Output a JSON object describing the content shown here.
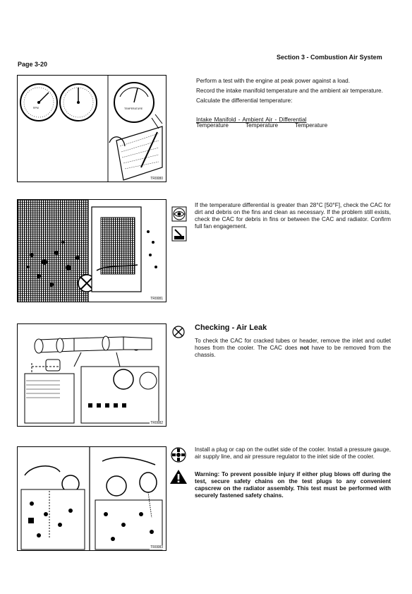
{
  "header": {
    "section_title": "Section 3 - Combustion Air System",
    "page_number": "Page 3-20"
  },
  "block1": {
    "figure_id": "TR0080",
    "gauge_labels": [
      "RPM",
      "TEMPERATURE"
    ],
    "paragraphs": [
      "Perform a test with the engine at peak power against a load.",
      "Record the intake manifold temperature and the ambient air temperature.",
      "Calculate the differential temperature:"
    ],
    "formula": {
      "line1": "Intake Manifold - Ambient Air - Differential",
      "line2": "Temperature Temperature Temperature"
    }
  },
  "block2": {
    "figure_id": "TR0081",
    "icons": [
      "inspect-eye-icon",
      "clean-brush-icon"
    ],
    "paragraph": "If the temperature differential is greater than 28°C [50°F], check the CAC for dirt and debris on the fins and clean as necessary. If the problem still exists, check the CAC for debris in fins or between the CAC and radiator. Confirm full fan engagement."
  },
  "block3": {
    "figure_id": "TR0082",
    "icons": [
      "leak-check-icon"
    ],
    "heading": "Checking - Air Leak",
    "paragraph_before": "To check the CAC for cracked tubes or header, remove the inlet and outlet hoses from the cooler. The CAC does ",
    "paragraph_bold": "not",
    "paragraph_after": " have to be removed from the chassis."
  },
  "block4": {
    "figure_id": "TR0083",
    "icons": [
      "install-tool-icon",
      "warning-triangle-icon"
    ],
    "paragraph": "Install a plug or cap on the outlet side of the cooler. Install a pressure gauge, air supply line, and air pressure regulator to the inlet side of the cooler.",
    "warning": "Warning: To prevent possible injury if either plug blows off during the test, secure safety chains on the test plugs to any convenient capscrew on the radiator assembly. This test must be performed with securely fastened safety chains."
  }
}
